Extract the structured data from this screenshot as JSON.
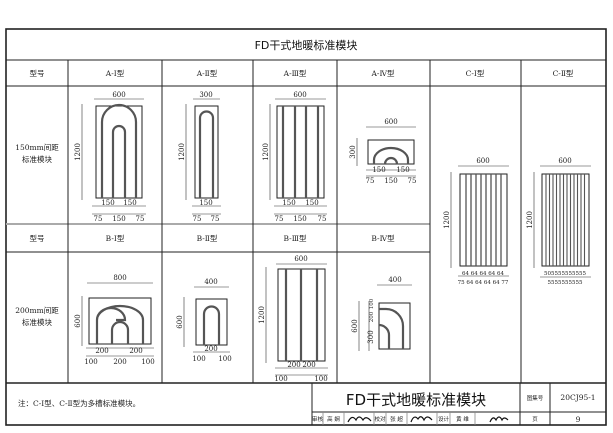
{
  "sheet_title": "FD干式地暖标准模块",
  "row_header_label": "型号",
  "row_150_label": [
    "150mm间距",
    "标准模块"
  ],
  "row_200_label": [
    "200mm间距",
    "标准模块"
  ],
  "columns_a": [
    "A-Ⅰ型",
    "A-Ⅱ型",
    "A-Ⅲ型",
    "A-Ⅳ型"
  ],
  "columns_b": [
    "B-Ⅰ型",
    "B-Ⅱ型",
    "B-Ⅲ型",
    "B-Ⅳ型"
  ],
  "columns_c": [
    "C-Ⅰ型",
    "C-Ⅱ型"
  ],
  "drawings": {
    "a1": {
      "w": "600",
      "h": "1200",
      "d1": [
        "150",
        "150"
      ],
      "d2": [
        "75",
        "150",
        "75"
      ]
    },
    "a2": {
      "w": "300",
      "h": "1200",
      "d1": [
        "150"
      ],
      "d2": [
        "75",
        "75"
      ]
    },
    "a3": {
      "w": "600",
      "h": "1200",
      "d1": [
        "150",
        "150"
      ],
      "d2": [
        "75",
        "150",
        "75"
      ]
    },
    "a4": {
      "w": "600",
      "h": "300",
      "d1": [
        "150",
        "150"
      ],
      "d2": [
        "75",
        "150",
        "75"
      ]
    },
    "c1": {
      "w": "600",
      "h": "1200",
      "d1": "64 64 64 64 64",
      "d2": "75 64 64 64 64 77"
    },
    "c2": {
      "w": "600",
      "h": "1200",
      "d1": "505555555555",
      "d2": "5555555555"
    },
    "b1": {
      "w": "800",
      "h": "600",
      "d1": [
        "200",
        "200"
      ],
      "d2": [
        "100",
        "200",
        "100"
      ]
    },
    "b2": {
      "w": "400",
      "h": "600",
      "d1": [
        "200"
      ],
      "d2": [
        "100",
        "100"
      ]
    },
    "b3": {
      "w": "600",
      "h": "1200",
      "d1": [
        "200",
        "200"
      ],
      "d2": [
        "100",
        "100"
      ]
    },
    "b4": {
      "w": "400",
      "h": "600",
      "v": [
        "100",
        "200",
        "300"
      ]
    }
  },
  "footer": {
    "note": "注：C-Ⅰ型、C-Ⅱ型为多槽标准模块。",
    "title": "FD干式地暖标准模块",
    "atlas_label": "图集号",
    "atlas_value": "20CJ95-1",
    "page_label": "页",
    "page_value": "9",
    "review_label": "审核",
    "reviewer": "高 娴",
    "check_label": "校对",
    "checker": "张 超",
    "design_label": "设计",
    "designer": "黄 维"
  }
}
